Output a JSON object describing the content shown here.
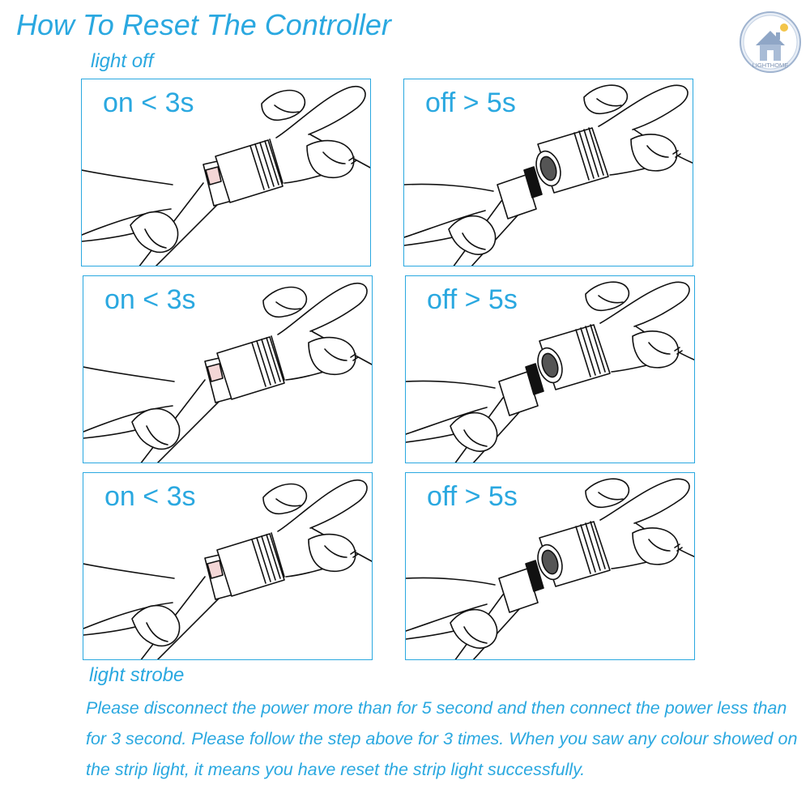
{
  "header": {
    "title": "How To Reset The Controller"
  },
  "labels": {
    "light_off": "light off",
    "light_strobe": "light strobe"
  },
  "panels": [
    {
      "label": "on < 3s",
      "state": "connected"
    },
    {
      "label": "off > 5s",
      "state": "disconnected"
    },
    {
      "label": "on < 3s",
      "state": "connected"
    },
    {
      "label": "off > 5s",
      "state": "disconnected"
    },
    {
      "label": "on < 3s",
      "state": "connected"
    },
    {
      "label": "off > 5s",
      "state": "disconnected"
    }
  ],
  "instructions": "Please disconnect the power more than for 5 second and then connect the power less than for 3 second. Please follow the step above for 3 times. When you saw any colour showed on the strip light, it means you have reset the strip light successfully.",
  "logo": {
    "text": "LIGHTHOME",
    "icon": "house-icon"
  },
  "colors": {
    "accent": "#2aa8e0",
    "line": "#111111"
  }
}
